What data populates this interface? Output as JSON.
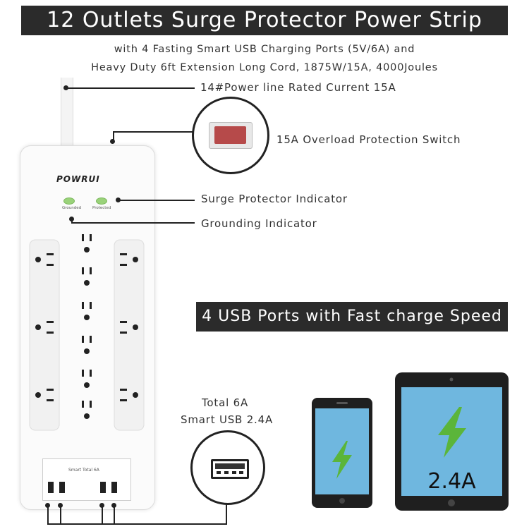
{
  "title": "12 Outlets Surge Protector Power Strip",
  "subtitle": {
    "line1": "with 4 Fasting Smart  USB Charging Ports (5V/6A) and",
    "line2": "Heavy Duty 6ft Extension Long Cord, 1875W/15A, 4000Joules"
  },
  "callouts": {
    "power_line": "14#Power line Rated Current 15A",
    "switch": "15A Overload Protection Switch",
    "surge_indicator": "Surge Protector Indicator",
    "grounding_indicator": "Grounding Indicator"
  },
  "strip": {
    "brand": "POWRUI",
    "led_left": "Grounded",
    "led_right": "Protected",
    "usb_panel_label": "Smart Total 6A"
  },
  "usb_banner": "4 USB Ports with Fast charge Speed",
  "usb_spec": {
    "line1": "Total 6A",
    "line2": "Smart USB 2.4A"
  },
  "tablet_label": "2.4A",
  "colors": {
    "banner_bg": "#2b2b2b",
    "switch_red": "#b64a4a",
    "screen_blue": "#6fb7df",
    "bolt_green": "#5bb53a"
  }
}
